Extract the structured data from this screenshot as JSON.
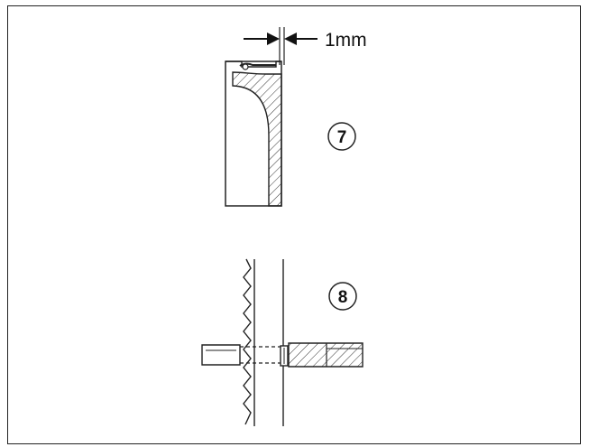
{
  "dimension": {
    "value_label": "1mm"
  },
  "step_a": {
    "number": "7"
  },
  "step_b": {
    "number": "8"
  },
  "colors": {
    "ink": "#222222",
    "paper": "#ffffff"
  }
}
